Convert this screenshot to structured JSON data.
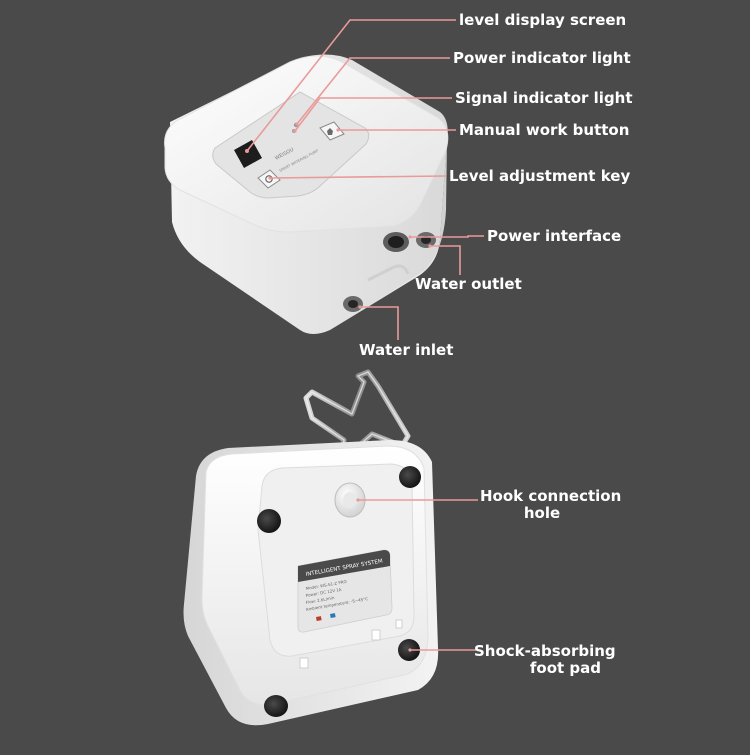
{
  "image": {
    "subject": "water-pump-device",
    "background_color": "#4a4a4a",
    "body_color": "#f4f4f4",
    "callout_line_color": "#e99a9a"
  },
  "callouts_top": [
    {
      "text": "level display screen"
    },
    {
      "text": "Power indicator light"
    },
    {
      "text": "Signal indicator light"
    },
    {
      "text": "Manual work button"
    },
    {
      "text": "Level adjustment key"
    },
    {
      "text": "Power interface"
    },
    {
      "text": "Water outlet"
    },
    {
      "text": "Water inlet"
    }
  ],
  "callouts_bottom": [
    {
      "lines": [
        "Hook connection",
        "hole"
      ]
    },
    {
      "lines": [
        "Shock-absorbing",
        "foot pad"
      ]
    }
  ],
  "device_top_panel": {
    "brand_text": "WEISOU",
    "subtitle_text": "SMART WATERING PUMP"
  },
  "device_bottom_sticker": {
    "title": "INTELLIGENT SPRAY SYSTEM",
    "lines": [
      "Model: WS-S1-Z PRO",
      "Power: DC 12V 1A",
      "Flow: 2.6L/min",
      "Ambient temperature: -5~45°C"
    ]
  }
}
